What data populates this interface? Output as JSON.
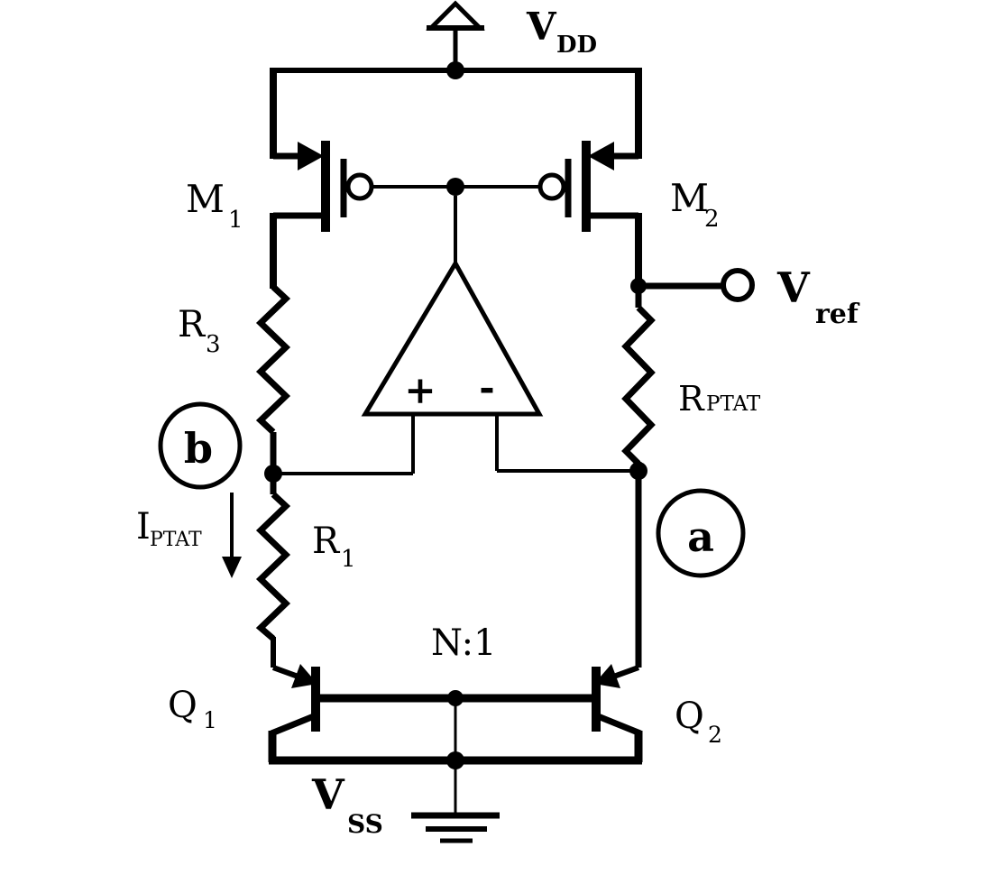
{
  "diagram_type": "circuit-schematic",
  "colors": {
    "ink": "#000000",
    "background": "#ffffff"
  },
  "labels": {
    "vdd": {
      "main": "V",
      "sub": "DD"
    },
    "vss": {
      "main": "V",
      "sub": "SS"
    },
    "vref": {
      "main": "V",
      "sub": "ref"
    },
    "m1": {
      "main": "M",
      "sub": "1"
    },
    "m2": {
      "main": "M",
      "sub": "2"
    },
    "r3": {
      "main": "R",
      "sub": "3"
    },
    "r1": {
      "main": "R",
      "sub": "1"
    },
    "rptat": {
      "main": "R",
      "sub": "PTAT"
    },
    "iptat": {
      "main": "I",
      "sub": "PTAT"
    },
    "q1": {
      "main": "Q",
      "sub": "1"
    },
    "q2": {
      "main": "Q",
      "sub": "2"
    },
    "ratio": "N:1",
    "node_a": "a",
    "node_b": "b",
    "opamp": {
      "plus": "+",
      "minus": "-"
    }
  }
}
